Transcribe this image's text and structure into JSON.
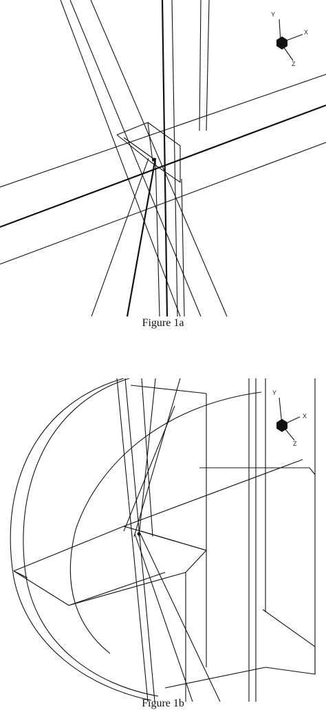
{
  "figures": [
    {
      "caption": "Figure 1a",
      "axes": {
        "x_label": "X",
        "y_label": "Y",
        "z_label": "Z"
      }
    },
    {
      "caption": "Figure 1b",
      "axes": {
        "x_label": "X",
        "y_label": "Y",
        "z_label": "Z"
      }
    }
  ],
  "icons": {
    "orientation": "axis-triad-icon"
  },
  "colors": {
    "line": "#111111",
    "background": "#ffffff"
  }
}
